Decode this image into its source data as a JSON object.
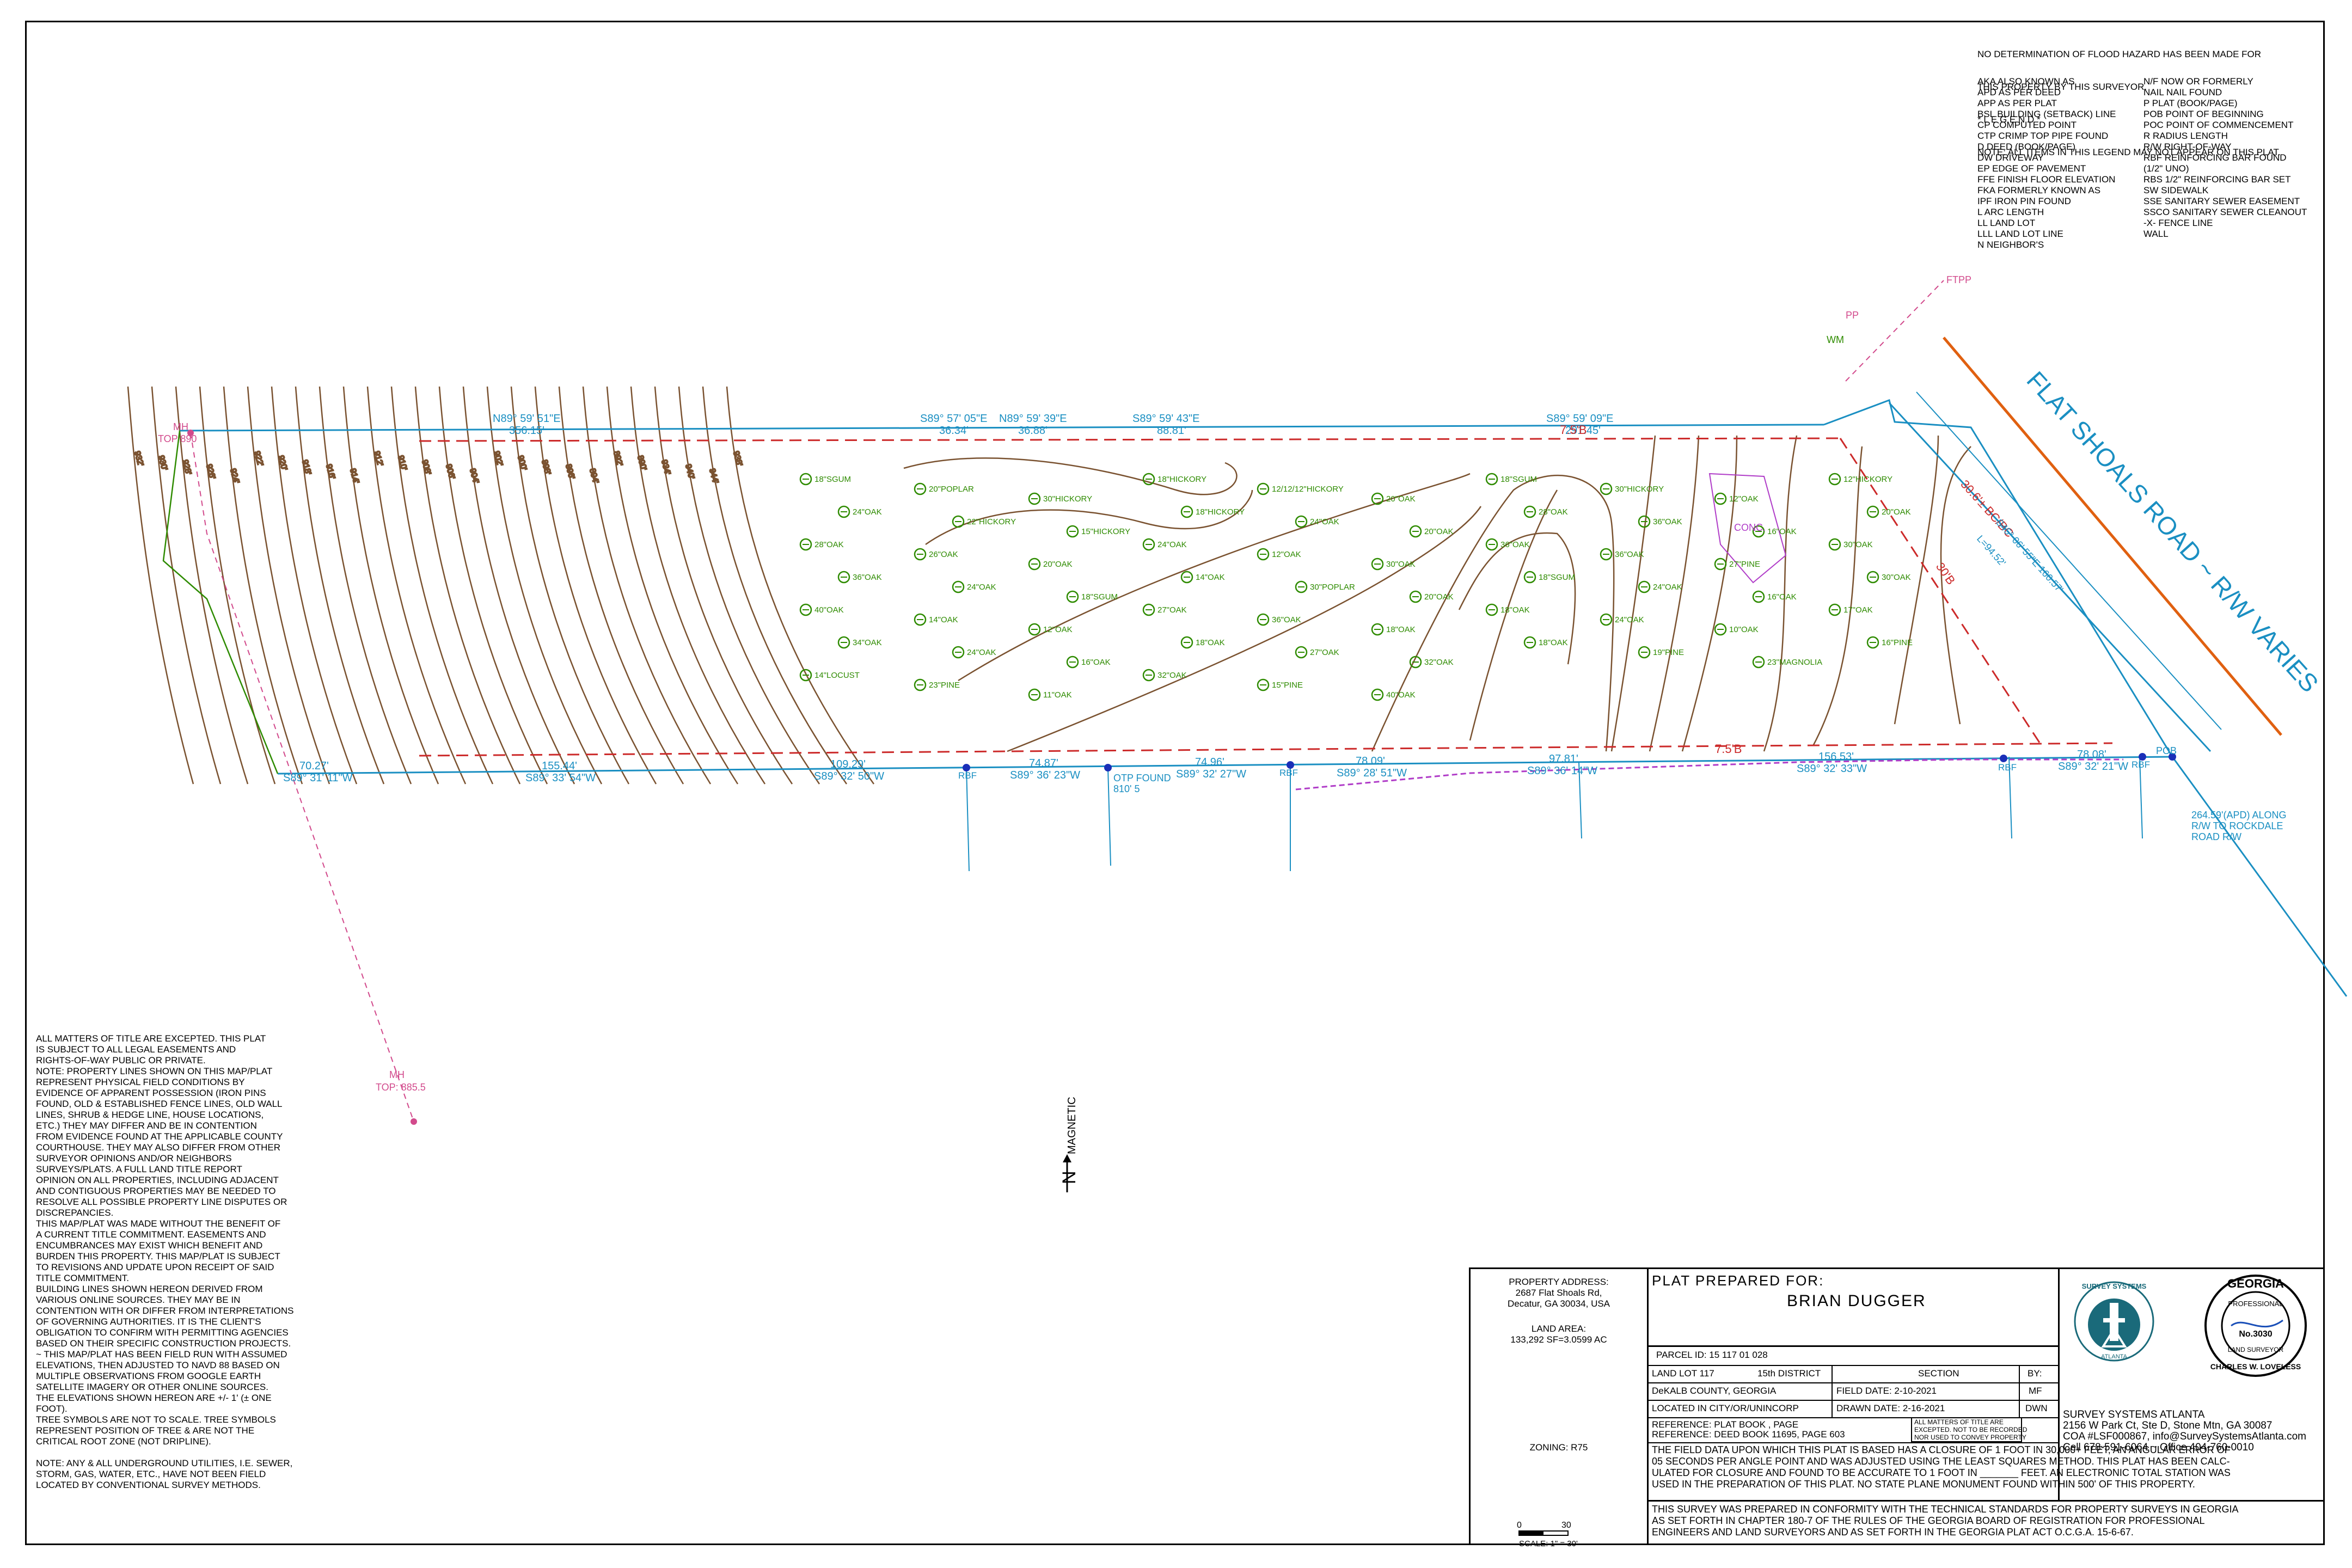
{
  "flood_note": [
    "NO DETERMINATION OF FLOOD HAZARD HAS BEEN MADE FOR",
    "THIS PROPERTY BY THIS SURVEYOR."
  ],
  "legend": {
    "title": "* L E G E N D *",
    "note": "NOTE: ALL ITEMS IN THIS LEGEND MAY NOT APPEAR ON THIS PLAT.",
    "left": [
      "AKA ALSO KNOWN AS",
      "APD AS PER DEED",
      "APP AS PER PLAT",
      "BSL BUILDING (SETBACK) LINE",
      "CP COMPUTED POINT",
      "CTP CRIMP TOP PIPE FOUND",
      "D DEED (BOOK/PAGE)",
      "DW DRIVEWAY",
      "EP EDGE OF PAVEMENT",
      "FFE FINISH FLOOR ELEVATION",
      "FKA FORMERLY KNOWN AS",
      "IPF IRON PIN FOUND",
      "L ARC LENGTH",
      "LL LAND LOT",
      "LLL LAND LOT LINE",
      "N NEIGHBOR'S"
    ],
    "right": [
      "N/F NOW OR FORMERLY",
      "NAIL NAIL FOUND",
      "P PLAT (BOOK/PAGE)",
      "POB POINT OF BEGINNING",
      "POC POINT OF COMMENCEMENT",
      "R RADIUS LENGTH",
      "R/W RIGHT-OF-WAY",
      "RBF REINFORCING BAR FOUND",
      "(1/2\" UNO)",
      "RBS 1/2\" REINFORCING BAR SET",
      "SW SIDEWALK",
      "SSE SANITARY SEWER EASEMENT",
      "SSCO SANITARY SEWER CLEANOUT",
      "-X- FENCE LINE",
      "WALL"
    ]
  },
  "notes": [
    "ALL MATTERS OF TITLE ARE EXCEPTED. THIS PLAT",
    "IS SUBJECT TO ALL LEGAL EASEMENTS AND",
    "RIGHTS-OF-WAY PUBLIC OR PRIVATE.",
    "NOTE: PROPERTY LINES SHOWN ON THIS MAP/PLAT",
    "REPRESENT PHYSICAL FIELD CONDITIONS BY",
    "EVIDENCE OF APPARENT POSSESSION (IRON PINS",
    "FOUND, OLD & ESTABLISHED FENCE LINES, OLD WALL",
    "LINES, SHRUB & HEDGE LINE, HOUSE LOCATIONS,",
    "ETC.) THEY MAY DIFFER AND BE IN CONTENTION",
    "FROM EVIDENCE FOUND AT THE APPLICABLE COUNTY",
    "COURTHOUSE. THEY MAY ALSO DIFFER FROM OTHER",
    "SURVEYOR OPINIONS AND/OR NEIGHBORS",
    "SURVEYS/PLATS. A FULL LAND TITLE REPORT",
    "OPINION ON ALL PROPERTIES, INCLUDING ADJACENT",
    "AND CONTIGUOUS PROPERTIES MAY BE NEEDED TO",
    "RESOLVE ALL POSSIBLE PROPERTY LINE DISPUTES OR",
    "DISCREPANCIES.",
    "THIS MAP/PLAT WAS MADE WITHOUT THE BENEFIT OF",
    "A CURRENT TITLE COMMITMENT. EASEMENTS AND",
    "ENCUMBRANCES MAY EXIST WHICH BENEFIT AND",
    "BURDEN THIS PROPERTY. THIS MAP/PLAT IS SUBJECT",
    "TO REVISIONS AND UPDATE UPON RECEIPT OF SAID",
    "TITLE COMMITMENT.",
    "BUILDING LINES SHOWN HEREON DERIVED FROM",
    "VARIOUS ONLINE SOURCES. THEY MAY BE IN",
    "CONTENTION WITH OR DIFFER FROM INTERPRETATIONS",
    "OF GOVERNING AUTHORITIES. IT IS THE CLIENT'S",
    "OBLIGATION TO CONFIRM WITH PERMITTING AGENCIES",
    "BASED ON THEIR SPECIFIC CONSTRUCTION PROJECTS.",
    "~ THIS MAP/PLAT HAS BEEN FIELD RUN WITH ASSUMED",
    "ELEVATIONS, THEN ADJUSTED TO NAVD 88 BASED ON",
    "MULTIPLE OBSERVATIONS FROM GOOGLE EARTH",
    "SATELLITE IMAGERY OR OTHER ONLINE SOURCES.",
    "THE ELEVATIONS SHOWN HEREON ARE +/- 1' (± ONE",
    "FOOT).",
    "TREE SYMBOLS ARE NOT TO SCALE. TREE SYMBOLS",
    "REPRESENT POSITION OF TREE & ARE NOT THE",
    "CRITICAL ROOT ZONE (NOT DRIPLINE).",
    "",
    "NOTE: ANY & ALL UNDERGROUND UTILITIES, I.E. SEWER,",
    "STORM, GAS, WATER, ETC., HAVE NOT BEEN FIELD",
    "LOCATED BY CONVENTIONAL SURVEY METHODS."
  ],
  "north": {
    "label": "MAGNETIC",
    "letter": "N"
  },
  "road": {
    "name": "FLAT SHOALS ROAD ~ R/W VARIES",
    "bc": "30.6'± BC/BC"
  },
  "bearings_top": [
    "N89° 59' 51\"E",
    "356.15'",
    "S89° 57' 05\"E",
    "36.34'",
    "N89° 59' 39\"E",
    "36.88'",
    "S89° 59' 43\"E",
    "88.81'",
    "S89° 59' 09\"E",
    "291.45'"
  ],
  "bearings_bottom": [
    "70.27'",
    "S89° 31' 11\"W",
    "155.44'",
    "S89° 33' 54\"W",
    "109.29'",
    "S89° 32' 50\"W",
    "74.87'",
    "S89° 36' 23\"W",
    "74.96'",
    "S89° 32' 27\"W",
    "78.09'",
    "S89° 28' 51\"W",
    "97.81'",
    "S89° 36' 14\"W",
    "156.53'",
    "S89° 32' 33\"W",
    "78.08'",
    "S89° 32' 21\"W"
  ],
  "misc_labels": {
    "setback1": "7.5'B",
    "setback2": "7.5'B",
    "setback3": "30'B",
    "conc": "CONC.",
    "otp": "OTP FOUND",
    "otp_elev": "810' 5",
    "mh1": "MH",
    "mh1_top": "TOP 890",
    "mh2": "MH",
    "mh2_top": "TOP: 885.5",
    "rbf": "RBF",
    "pob": "POB",
    "pp": "PP",
    "wm": "WM",
    "ftpp": "FTPP",
    "along": "264.59'(APD) ALONG",
    "along2": "R/W TO ROCKDALE",
    "along3": "ROAD R/W",
    "arc": "L=94.52'",
    "chord": "S45° 06' 55\"E 160.57'"
  },
  "contours": [
    "932'",
    "930'",
    "928'",
    "926'",
    "924'",
    "922'",
    "920'",
    "918'",
    "916'",
    "914'",
    "912'",
    "910'",
    "908'",
    "906'",
    "904'",
    "902'",
    "900'",
    "898'",
    "896'",
    "894'",
    "892'",
    "890'",
    "934'",
    "940'",
    "944'",
    "938'",
    "936'"
  ],
  "trees": [
    "18\"SGUM",
    "20\"POPLAR",
    "30\"HICKORY",
    "18\"HICKORY",
    "12/12/12\"HICKORY",
    "20\"OAK",
    "18\"SGUM",
    "30\"HICKORY",
    "12\"OAK",
    "12\"HICKORY",
    "24\"OAK",
    "22\"HICKORY",
    "15\"HICKORY",
    "18\"HICKORY",
    "24\"OAK",
    "20\"OAK",
    "28\"OAK",
    "36\"OAK",
    "16\"OAK",
    "20\"OAK",
    "28\"OAK",
    "26\"OAK",
    "20\"OAK",
    "24\"OAK",
    "12\"OAK",
    "30\"OAK",
    "36\"OAK",
    "36\"OAK",
    "27\"PINE",
    "30\"OAK",
    "36\"OAK",
    "24\"OAK",
    "18\"SGUM",
    "14\"OAK",
    "30\"POPLAR",
    "20\"OAK",
    "18\"SGUM",
    "24\"OAK",
    "16\"OAK",
    "30\"OAK",
    "40\"OAK",
    "14\"OAK",
    "12\"OAK",
    "27\"OAK",
    "36\"OAK",
    "18\"OAK",
    "18\"OAK",
    "24\"OAK",
    "10\"OAK",
    "17\"OAK",
    "34\"OAK",
    "24\"OAK",
    "16\"OAK",
    "18\"OAK",
    "27\"OAK",
    "32\"OAK",
    "18\"OAK",
    "19\"PINE",
    "23\"MAGNOLIA",
    "16\"PINE",
    "14\"LOCUST",
    "23\"PINE",
    "11\"OAK",
    "32\"OAK",
    "15\"PINE",
    "40\"OAK"
  ],
  "title_block": {
    "address_label": "PROPERTY ADDRESS:",
    "address1": "2687 Flat Shoals Rd,",
    "address2": "Decatur, GA 30034, USA",
    "area_label": "LAND AREA:",
    "area": "133,292 SF=3.0599 AC",
    "zoning": "ZONING: R75",
    "scale_label": "SCALE: 1\" = 30'",
    "scale_0": "0",
    "scale_30": "30",
    "prepared_for": "PLAT PREPARED FOR:",
    "client": "BRIAN DUGGER",
    "parcel": "PARCEL ID: 15 117 01 028",
    "land_lot": "LAND LOT 117",
    "district": "15th DISTRICT",
    "section": "SECTION",
    "by": "BY:",
    "county": "DeKALB COUNTY, GEORGIA",
    "field_date": "FIELD DATE: 2-10-2021",
    "mf": "MF",
    "located": "LOCATED IN CITY/OR/UNINCORP",
    "drawn_date": "DRAWN DATE: 2-16-2021",
    "dwn": "DWN",
    "ref1": "REFERENCE: PLAT BOOK , PAGE",
    "ref2": "REFERENCE: DEED BOOK 11695, PAGE 603",
    "title_note": [
      "ALL MATTERS OF TITLE ARE",
      "EXCEPTED. NOT TO BE RECORDED",
      "NOR USED TO CONVEY PROPERTY"
    ],
    "closure": [
      "THE FIELD DATA UPON WHICH THIS PLAT IS BASED HAS A CLOSURE OF 1 FOOT IN 30,000+ FEET, AN ANGULAR ERROR OF",
      "05 SECONDS PER ANGLE POINT AND WAS ADJUSTED USING THE LEAST SQUARES METHOD. THIS PLAT HAS BEEN CALC-",
      "ULATED FOR CLOSURE AND FOUND TO BE ACCURATE TO 1 FOOT IN _______ FEET. AN ELECTRONIC TOTAL STATION WAS",
      "USED IN THE PREPARATION OF THIS PLAT. NO STATE PLANE MONUMENT FOUND WITHIN 500' OF THIS PROPERTY."
    ],
    "conformity": [
      "THIS SURVEY WAS PREPARED IN CONFORMITY WITH THE TECHNICAL STANDARDS FOR PROPERTY SURVEYS IN GEORGIA",
      "AS SET FORTH IN CHAPTER 180-7 OF THE RULES OF THE GEORGIA BOARD OF REGISTRATION FOR PROFESSIONAL",
      "ENGINEERS AND LAND SURVEYORS AND AS SET FORTH IN THE GEORGIA PLAT ACT O.C.G.A. 15-6-67."
    ],
    "company": "SURVEY SYSTEMS ATLANTA",
    "company_addr": "2156 W Park Ct, Ste D, Stone Mtn, GA 30087",
    "coa": "COA #LSF000867, info@SurveySystemsAtlanta.com",
    "phone": "Cell 678-591-6064 ~ Office 404-760-0010",
    "logo_text": "SURVEY SYSTEMS",
    "logo_city": "ATLANTA",
    "seal_top": "GEORGIA",
    "seal_mid": "PROFESSIONAL",
    "seal_no": "No.3030",
    "seal_bottom": "LAND SURVEYOR",
    "seal_name": "CHARLES W. LOVELESS"
  },
  "colors": {
    "blue": "#1a8fc2",
    "green": "#2e8b00",
    "brown": "#7a5230",
    "red": "#cc2a2a",
    "pink": "#d24a8c",
    "orange": "#e06010",
    "magenta": "#b03cc8"
  }
}
